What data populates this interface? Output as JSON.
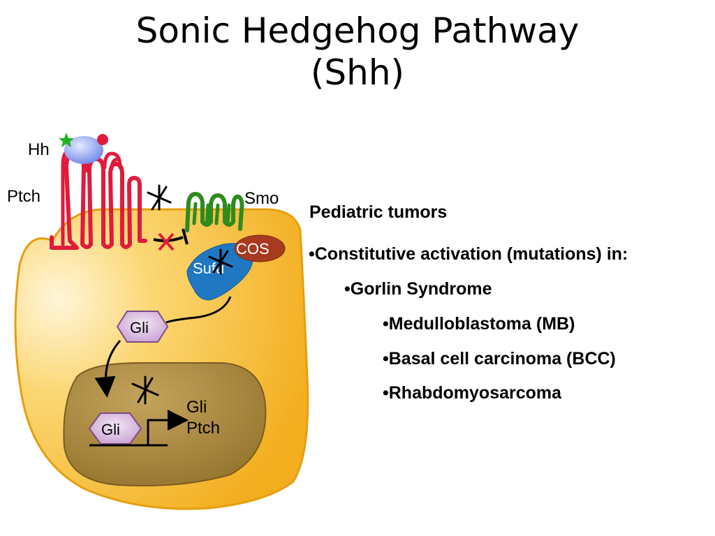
{
  "title": {
    "line1": "Sonic Hedgehog Pathway",
    "line2": "(Shh)"
  },
  "diagram": {
    "labels": {
      "hh": "Hh",
      "ptch": "Ptch",
      "smo": "Smo",
      "cos": "COS",
      "sufu": "Sufu",
      "gli_cytoplasm": "Gli",
      "gli_nucleus": "Gli",
      "target_gene_1": "Gli",
      "target_gene_2": "Ptch"
    },
    "colors": {
      "cell": "#F7B62A",
      "nucleus": "#A8863A",
      "ptch": "#E01B3C",
      "smo": "#2E8B1E",
      "sufu": "#1F78C1",
      "cos": "#A83A1F",
      "gli": "#D7B3DE",
      "hh_ligand": "#8AA0F0"
    }
  },
  "text": {
    "heading": "Pediatric tumors",
    "bullets": [
      {
        "text": "•Constitutive activation (mutations) in:",
        "level": 1
      },
      {
        "text": "•Gorlin Syndrome",
        "level": 2
      },
      {
        "text": "•Medulloblastoma (MB)",
        "level": 3
      },
      {
        "text": "•Basal cell carcinoma (BCC)",
        "level": 3
      },
      {
        "text": "•Rhabdomyosarcoma",
        "level": 3
      }
    ]
  }
}
